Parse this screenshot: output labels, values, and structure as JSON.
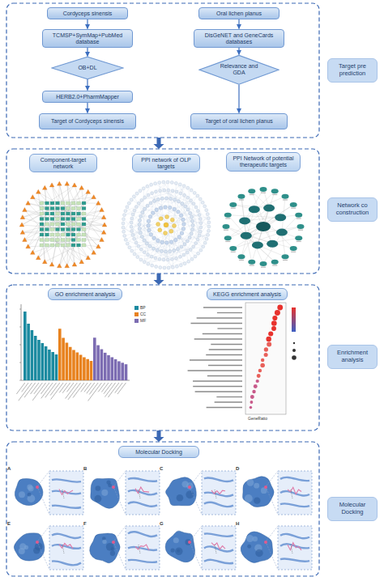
{
  "diagram": {
    "nodes": [
      {
        "text": [
          "Cordyceps sinensis"
        ]
      },
      {
        "text": [
          "Oral lichen planus"
        ]
      },
      {
        "text": [
          "TCMSP+SymMap+PubMed database"
        ]
      },
      {
        "text": [
          "DisGeNET and GeneCards databases"
        ]
      },
      {
        "text": [
          "OB+DL"
        ]
      },
      {
        "text": [
          "Relevance and GDA"
        ]
      },
      {
        "text": [
          "HERB2.0+PharmMapper"
        ]
      },
      {
        "text": [
          "Target of Cordyceps sinensis"
        ]
      },
      {
        "text": [
          "Target of oral lichen planus"
        ]
      },
      {
        "text": [
          "Target pre prediction"
        ]
      },
      {
        "text": [
          "Component-target network"
        ]
      },
      {
        "text": [
          "PPI network of OLP targets"
        ]
      },
      {
        "text": [
          "PPI Network of potential therapeutic targets"
        ]
      },
      {
        "text": [
          "Network co construction"
        ]
      },
      {
        "text": [
          "GO enrichment analysis"
        ]
      },
      {
        "text": [
          "KEGG enrichment analysis"
        ]
      },
      {
        "text": [
          "Enrichment analysis"
        ]
      },
      {
        "text": [
          "Molecular Docking"
        ]
      },
      {
        "text": [
          "Molecular Docking"
        ]
      }
    ],
    "edges": [
      {
        "from": 0,
        "to": 2,
        "arrow": "to"
      },
      {
        "from": 2,
        "to": 4,
        "arrow": "to"
      },
      {
        "from": 4,
        "to": 6,
        "arrow": "to"
      },
      {
        "from": 6,
        "to": 7,
        "arrow": "to"
      },
      {
        "from": 1,
        "to": 3,
        "arrow": "to"
      },
      {
        "from": 3,
        "to": 5,
        "arrow": "to"
      },
      {
        "from": 5,
        "to": 8,
        "arrow": "to"
      }
    ],
    "labels": [
      "GeneRatio",
      "A",
      "B",
      "C",
      "D",
      "E",
      "F",
      "G",
      "H"
    ],
    "legend": [
      {
        "text": "BP",
        "color": "#1b8aa0"
      },
      {
        "text": "CC",
        "color": "#e8821e"
      },
      {
        "text": "MF",
        "color": "#7c6cb2"
      }
    ]
  }
}
